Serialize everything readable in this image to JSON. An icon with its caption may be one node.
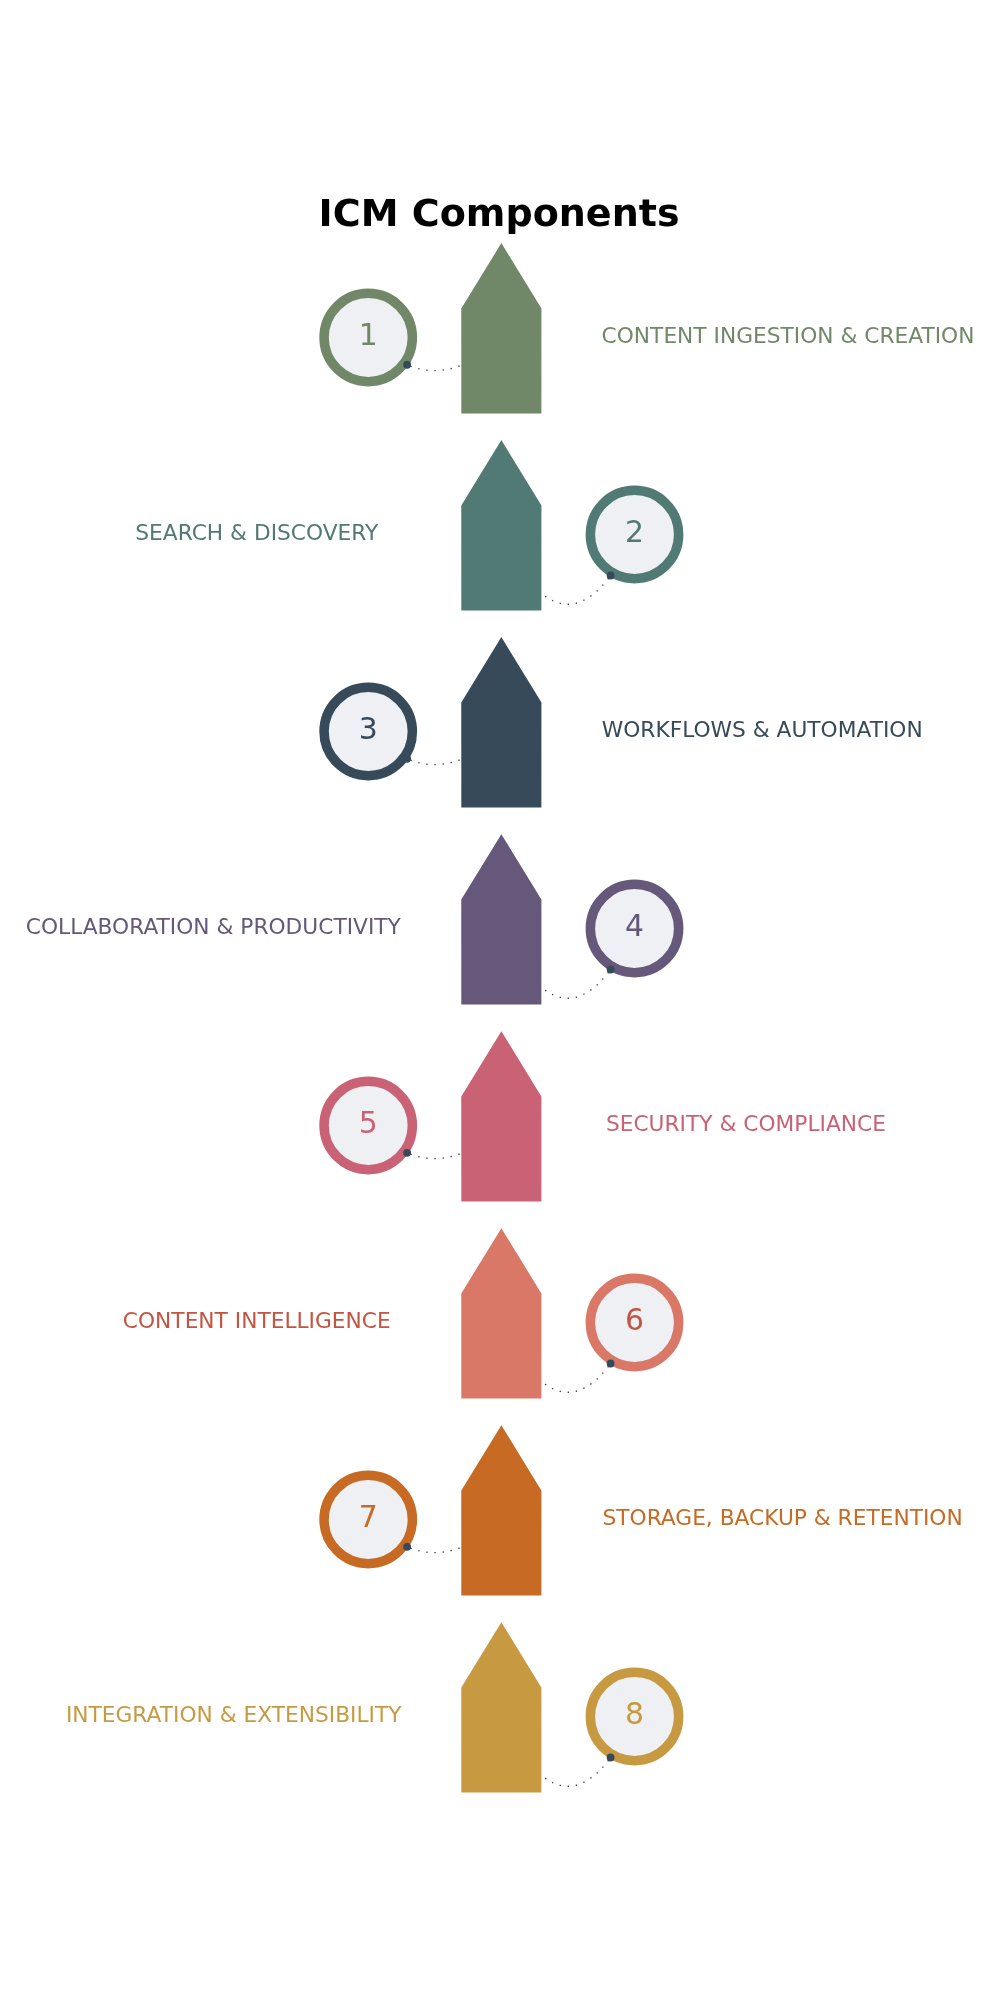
{
  "diagram": {
    "title": "ICM Components",
    "nodes": [
      {
        "text": [
          "1"
        ]
      },
      {
        "text": [],
        "shape": "chevron",
        "beside": [
          "CONTENT INGESTION & CREATION"
        ]
      },
      {
        "text": [
          "2"
        ]
      },
      {
        "text": [],
        "shape": "chevron",
        "beside": [
          "SEARCH & DISCOVERY"
        ]
      },
      {
        "text": [
          "3"
        ]
      },
      {
        "text": [],
        "shape": "chevron",
        "beside": [
          "WORKFLOWS & AUTOMATION"
        ]
      },
      {
        "text": [
          "4"
        ]
      },
      {
        "text": [],
        "shape": "chevron",
        "beside": [
          "COLLABORATION & PRODUCTIVITY"
        ]
      },
      {
        "text": [
          "5"
        ]
      },
      {
        "text": [],
        "shape": "chevron",
        "beside": [
          "SECURITY & COMPLIANCE"
        ]
      },
      {
        "text": [
          "6"
        ]
      },
      {
        "text": [],
        "shape": "chevron",
        "beside": [
          "CONTENT INTELLIGENCE"
        ]
      },
      {
        "text": [
          "7"
        ]
      },
      {
        "text": [],
        "shape": "chevron",
        "beside": [
          "STORAGE, BACKUP & RETENTION"
        ]
      },
      {
        "text": [
          "8"
        ]
      },
      {
        "text": [],
        "shape": "chevron",
        "beside": [
          "INTEGRATION & EXTENSIBILITY"
        ]
      }
    ],
    "edges": [
      {
        "from": 0,
        "to": 1,
        "arrow": "other",
        "style": "dashed"
      },
      {
        "from": 2,
        "to": 3,
        "arrow": "other",
        "style": "dashed"
      },
      {
        "from": 4,
        "to": 5,
        "arrow": "other",
        "style": "dashed"
      },
      {
        "from": 6,
        "to": 7,
        "arrow": "other",
        "style": "dashed"
      },
      {
        "from": 8,
        "to": 9,
        "arrow": "other",
        "style": "dashed"
      },
      {
        "from": 10,
        "to": 11,
        "arrow": "other",
        "style": "dashed"
      },
      {
        "from": 12,
        "to": 13,
        "arrow": "other",
        "style": "dashed"
      },
      {
        "from": 14,
        "to": 15,
        "arrow": "other",
        "style": "dashed"
      }
    ]
  }
}
